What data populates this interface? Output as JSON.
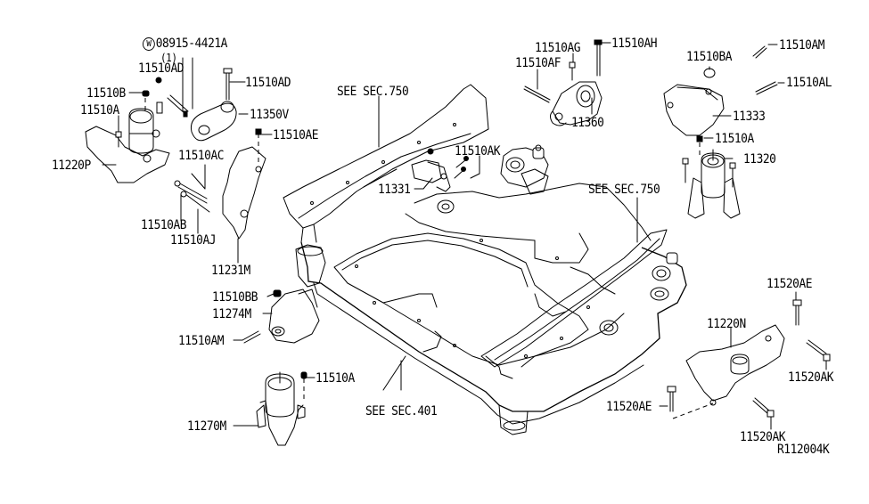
{
  "diagram": {
    "title": "Engine & Transmission Mounting",
    "reference_code": "R112004K",
    "washer_symbol": "W",
    "callouts": [
      {
        "id": "washer",
        "part": "08915-4421A",
        "qty": "(1)"
      },
      {
        "id": "c1",
        "part": "11510AD"
      },
      {
        "id": "c2",
        "part": "11510AD"
      },
      {
        "id": "c3",
        "part": "11510B"
      },
      {
        "id": "c4",
        "part": "11510A"
      },
      {
        "id": "c5",
        "part": "11350V"
      },
      {
        "id": "c6",
        "part": "11510AE"
      },
      {
        "id": "c7",
        "part": "11220P"
      },
      {
        "id": "c8",
        "part": "11510AC"
      },
      {
        "id": "c9",
        "part": "11510AB"
      },
      {
        "id": "c10",
        "part": "11510AJ"
      },
      {
        "id": "c11",
        "part": "11231M"
      },
      {
        "id": "c12",
        "part": "11510BB"
      },
      {
        "id": "c13",
        "part": "11274M"
      },
      {
        "id": "c14",
        "part": "11510AM"
      },
      {
        "id": "c15",
        "part": "11510A"
      },
      {
        "id": "c16",
        "part": "11270M"
      },
      {
        "id": "c17",
        "part": "11510AG"
      },
      {
        "id": "c18",
        "part": "11510AH"
      },
      {
        "id": "c19",
        "part": "11510AF"
      },
      {
        "id": "c20",
        "part": "11360"
      },
      {
        "id": "c21",
        "part": "11510AK"
      },
      {
        "id": "c22",
        "part": "11331"
      },
      {
        "id": "c23",
        "part": "11510BA"
      },
      {
        "id": "c24",
        "part": "11510AM"
      },
      {
        "id": "c25",
        "part": "11510AL"
      },
      {
        "id": "c26",
        "part": "11333"
      },
      {
        "id": "c27",
        "part": "11510A"
      },
      {
        "id": "c28",
        "part": "11320"
      },
      {
        "id": "c29",
        "part": "11520AE"
      },
      {
        "id": "c30",
        "part": "11220N"
      },
      {
        "id": "c31",
        "part": "11520AK"
      },
      {
        "id": "c32",
        "part": "11520AE"
      },
      {
        "id": "c33",
        "part": "11520AK"
      }
    ],
    "section_refs": [
      {
        "id": "s1",
        "text": "SEE SEC.750"
      },
      {
        "id": "s2",
        "text": "SEE SEC.750"
      },
      {
        "id": "s3",
        "text": "SEE SEC.401"
      }
    ]
  }
}
